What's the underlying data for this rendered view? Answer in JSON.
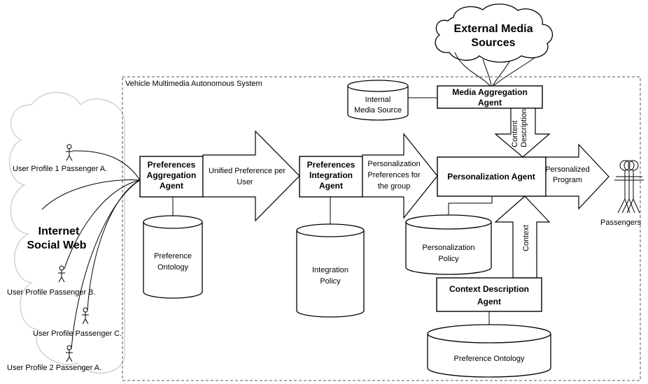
{
  "system_label": "Vehicle Multimedia Autonomous System",
  "external_sources": [
    "External Media",
    "Sources"
  ],
  "internet_cloud": [
    "Internet",
    "Social Web"
  ],
  "users": {
    "p1": "User Profile 1 Passenger A.",
    "pb": "User Profile Passenger B.",
    "pc": "User Profile Passenger C.",
    "p2": "User Profile 2 Passenger A."
  },
  "agents": {
    "media_aggregation": [
      "Media Aggregation",
      "Agent"
    ],
    "preferences_aggregation": [
      "Preferences",
      "Aggregation",
      "Agent"
    ],
    "preferences_integration": [
      "Preferences",
      "Integration",
      "Agent"
    ],
    "personalization": "Personalization Agent",
    "context_description": [
      "Context Description",
      "Agent"
    ]
  },
  "stores": {
    "internal_media": [
      "Internal",
      "Media Source"
    ],
    "preference_ontology": [
      "Preference",
      "Ontology"
    ],
    "integration_policy": [
      "Integration",
      "Policy"
    ],
    "personalization_policy": [
      "Personalization",
      "Policy"
    ],
    "preference_ontology_2": "Preference Ontology"
  },
  "arrows": {
    "unified_preference": [
      "Unified Preference per",
      "User"
    ],
    "personalization_preferences": [
      "Personalization",
      "Preferences for",
      "the group"
    ],
    "content_description": [
      "Content",
      "Description"
    ],
    "context": "Context",
    "personalized_program": [
      "Personalized",
      "Program"
    ]
  },
  "passengers": "Passengers"
}
